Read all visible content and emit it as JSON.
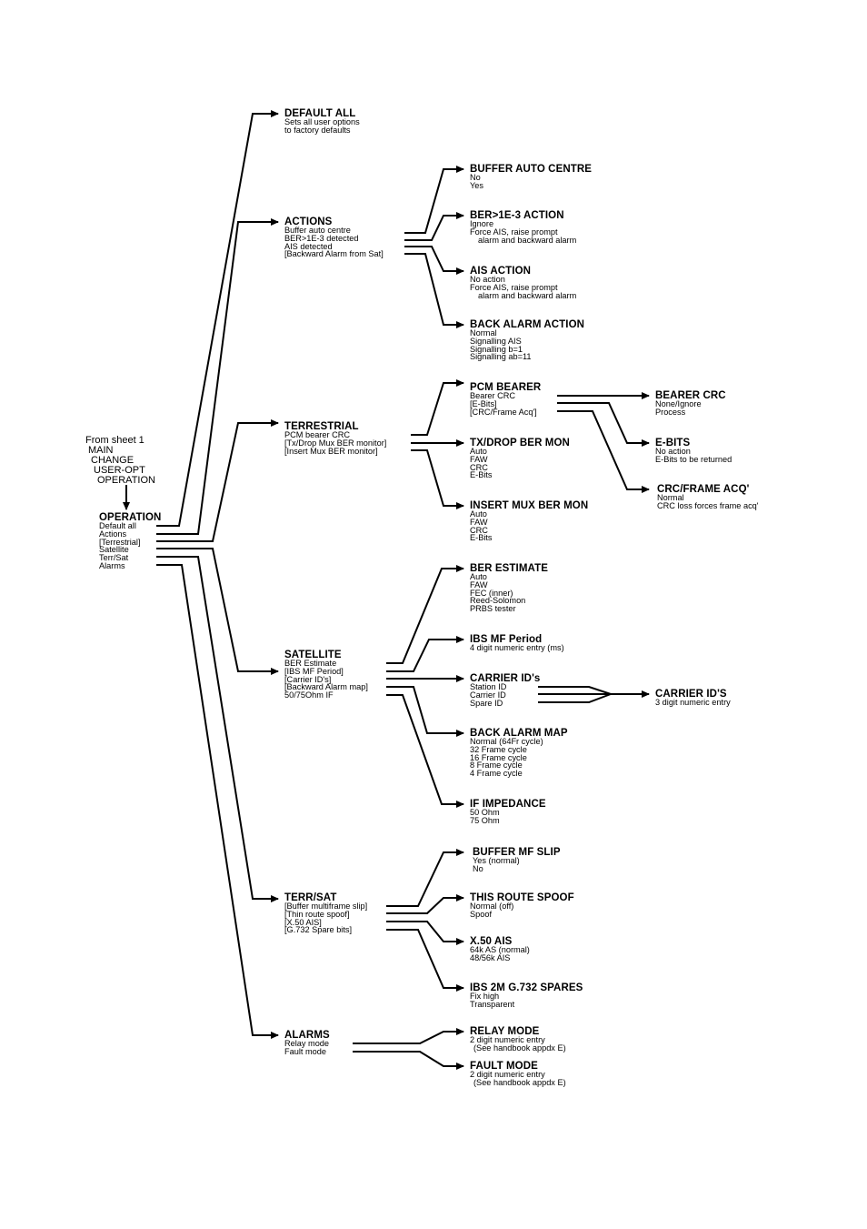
{
  "source_note": [
    "From sheet 1",
    " MAIN",
    "  CHANGE",
    "   USER-OPT",
    "    OPERATION"
  ],
  "nodes": {
    "operation": {
      "title": "OPERATION",
      "lines": [
        "Default all",
        "Actions",
        "[Terrestrial]",
        "Satellite",
        "Terr/Sat",
        "Alarms"
      ]
    },
    "default_all": {
      "title": "DEFAULT ALL",
      "lines": [
        "Sets all user options",
        "to factory defaults"
      ]
    },
    "actions": {
      "title": "ACTIONS",
      "lines": [
        "Buffer auto centre",
        "BER>1E-3 detected",
        "AIS detected",
        "[Backward Alarm from Sat]"
      ]
    },
    "terrestrial": {
      "title": "TERRESTRIAL",
      "lines": [
        "PCM bearer CRC",
        "[Tx/Drop Mux BER monitor]",
        "[Insert Mux BER monitor]"
      ]
    },
    "satellite": {
      "title": "SATELLITE",
      "lines": [
        "BER Estimate",
        "[IBS MF Period]",
        "[Carrier ID's]",
        "[Backward Alarm map]",
        "50/75Ohm IF"
      ]
    },
    "terr_sat": {
      "title": "TERR/SAT",
      "lines": [
        "[Buffer multiframe slip]",
        "[Thin route spoof]",
        "[X.50 AIS]",
        "[G.732 Spare bits]"
      ]
    },
    "alarms": {
      "title": "ALARMS",
      "lines": [
        "Relay mode",
        "Fault mode"
      ]
    },
    "buffer_auto_centre": {
      "title": "BUFFER AUTO CENTRE",
      "lines": [
        "No",
        "Yes"
      ]
    },
    "ber_action": {
      "title": "BER>1E-3 ACTION",
      "lines": [
        "Ignore",
        "Force AIS, raise prompt",
        "alarm and backward alarm"
      ]
    },
    "ais_action": {
      "title": "AIS ACTION",
      "lines": [
        "No action",
        "Force AIS, raise prompt",
        "alarm and backward alarm"
      ]
    },
    "back_alarm_action": {
      "title": "BACK ALARM ACTION",
      "lines": [
        "Normal",
        "Signalling AIS",
        "Signalling b=1",
        "Signalling ab=11"
      ]
    },
    "pcm_bearer": {
      "title": "PCM BEARER",
      "lines": [
        "Bearer CRC",
        "[E-Bits]",
        "[CRC/Frame Acq']"
      ]
    },
    "tx_drop_ber_mon": {
      "title": "TX/DROP BER MON",
      "lines": [
        "Auto",
        "FAW",
        "CRC",
        "E-Bits"
      ]
    },
    "insert_mux_ber_mon": {
      "title": "INSERT MUX BER MON",
      "lines": [
        "Auto",
        "FAW",
        "CRC",
        "E-Bits"
      ]
    },
    "bearer_crc": {
      "title": "BEARER CRC",
      "lines": [
        "None/Ignore",
        "Process"
      ]
    },
    "e_bits": {
      "title": "E-BITS",
      "lines": [
        "No action",
        "E-Bits to be returned"
      ]
    },
    "crc_frame_acq": {
      "title": "CRC/FRAME ACQ'",
      "lines": [
        "Normal",
        "CRC loss forces frame acq'"
      ]
    },
    "ber_estimate": {
      "title": "BER ESTIMATE",
      "lines": [
        "Auto",
        "FAW",
        "FEC (inner)",
        "Reed-Solomon",
        "PRBS tester"
      ]
    },
    "ibs_mf_period": {
      "title": "IBS MF Period",
      "lines": [
        "4 digit numeric entry (ms)"
      ]
    },
    "carrier_ids": {
      "title": "CARRIER ID's",
      "lines": [
        "Station ID",
        "Carrier ID",
        "Spare ID"
      ]
    },
    "carrier_ids_entry": {
      "title": "CARRIER ID'S",
      "lines": [
        "3 digit numeric entry"
      ]
    },
    "back_alarm_map": {
      "title": "BACK ALARM MAP",
      "lines": [
        "Normal (64Fr cycle)",
        "32 Frame cycle",
        "16 Frame cycle",
        "8 Frame cycle",
        "4 Frame cycle"
      ]
    },
    "if_impedance": {
      "title": "IF IMPEDANCE",
      "lines": [
        "50 Ohm",
        "75 Ohm"
      ]
    },
    "buffer_mf_slip": {
      "title": "BUFFER MF SLIP",
      "lines": [
        "Yes (normal)",
        "No"
      ]
    },
    "this_route_spoof": {
      "title": "THIS ROUTE SPOOF",
      "lines": [
        "Normal (off)",
        "Spoof"
      ]
    },
    "x50_ais": {
      "title": "X.50 AIS",
      "lines": [
        "64k AS (normal)",
        "48/56k AIS"
      ]
    },
    "ibs_2m_g732_spares": {
      "title": "IBS 2M G.732 SPARES",
      "lines": [
        "Fix high",
        "Transparent"
      ]
    },
    "relay_mode": {
      "title": "RELAY MODE",
      "lines": [
        "2 digit numeric entry",
        "(See handbook appdx E)"
      ]
    },
    "fault_mode": {
      "title": "FAULT MODE",
      "lines": [
        "2 digit numeric entry",
        "(See handbook appdx E)"
      ]
    }
  }
}
